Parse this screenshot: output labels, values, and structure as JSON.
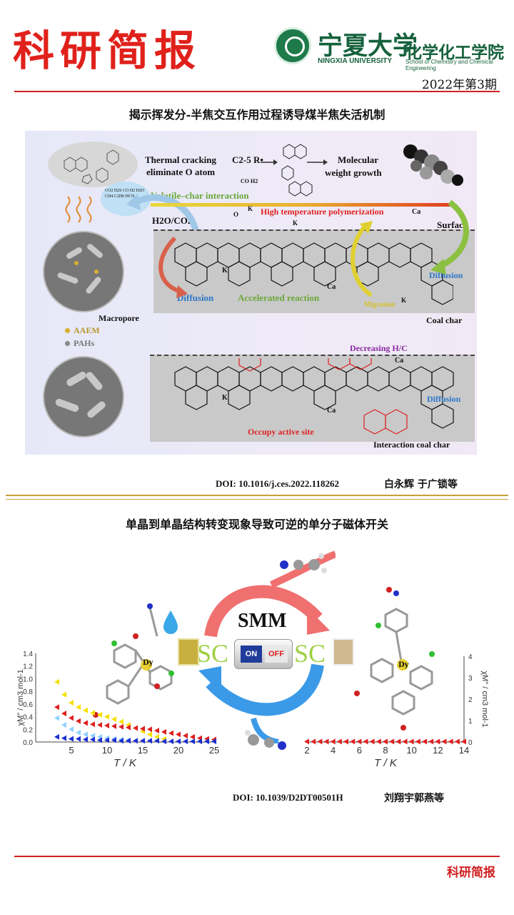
{
  "header": {
    "title": "科研简报",
    "university_cn": "宁夏大学",
    "university_en": "NINGXIA UNIVERSITY",
    "school_cn": "化学化工学院",
    "school_en": "School of Chemistry and Chemical Engineering",
    "issue": "2022年第3期"
  },
  "article1": {
    "title": "揭示挥发分-半焦交互作用过程诱导煤半焦失活机制",
    "doi": "DOI:  10.1016/j.ces.2022.118262",
    "authors": "白永辉 于广锁等",
    "figure": {
      "thermal_cracking": "Thermal cracking",
      "eliminate_o": "eliminate O atom",
      "c25": "C2-5 R•",
      "molecular": "Molecular",
      "weight_growth": "weight growth",
      "co_h2": "CO  H2",
      "volatile_char": "Volatile–char interaction",
      "h2o_co2": "H2O/CO2",
      "high_temp": "High temperature polymerization",
      "surface": "Surface",
      "diffusion": "Diffusion",
      "accelerated": "Accelerated reaction",
      "migration": "Migration",
      "macropore": "Macropore",
      "aaem": "AAEM",
      "pahs": "PAHs",
      "coal_char": "Coal char",
      "decreasing_hc": "Decreasing H/C",
      "occupy": "Occupy active site",
      "interaction_char": "Interaction coal char",
      "k": "K",
      "ca": "Ca",
      "o": "O",
      "gases": "CO2  H2S  CO  H2  H2O  CH4  C2H6  HCN"
    }
  },
  "article2": {
    "title": "单晶到单晶结构转变现象导致可逆的单分子磁体开关",
    "doi": "DOI:  10.1039/D2DT00501H",
    "authors": "刘翔宇郭燕等",
    "figure": {
      "smm": "SMM",
      "sc_left": "SC",
      "sc_right": "SC",
      "on": "ON",
      "off": "OFF",
      "dy": "Dy",
      "xlabel": "T / K",
      "ylabel": "χM\" / cm3 mol-1"
    }
  },
  "chart_data": [
    {
      "type": "scatter",
      "title": "",
      "xlabel": "T / K",
      "ylabel": "χM\" / cm3 mol-1",
      "xlim": [
        0,
        25
      ],
      "ylim": [
        0,
        1.4
      ],
      "x_ticks": [
        5,
        10,
        15,
        20,
        25
      ],
      "y_ticks": [
        0.0,
        0.2,
        0.4,
        0.6,
        0.8,
        1.0,
        1.2,
        1.4
      ],
      "series": [
        {
          "name": "yellow",
          "color": "#f5e000",
          "x": [
            3,
            4,
            5,
            6,
            7,
            8,
            9,
            10,
            11,
            12,
            13,
            14,
            15,
            16,
            17,
            18
          ],
          "y": [
            0.95,
            0.75,
            0.62,
            0.55,
            0.5,
            0.46,
            0.43,
            0.4,
            0.36,
            0.32,
            0.27,
            0.22,
            0.17,
            0.12,
            0.08,
            0.05
          ]
        },
        {
          "name": "red",
          "color": "#e02020",
          "x": [
            3,
            4,
            5,
            6,
            7,
            8,
            9,
            10,
            11,
            12,
            13,
            14,
            15,
            16,
            17,
            18,
            19,
            20,
            21,
            22,
            23,
            24,
            25
          ],
          "y": [
            0.55,
            0.45,
            0.38,
            0.33,
            0.3,
            0.28,
            0.27,
            0.26,
            0.25,
            0.24,
            0.23,
            0.22,
            0.21,
            0.2,
            0.18,
            0.16,
            0.14,
            0.12,
            0.1,
            0.08,
            0.06,
            0.05,
            0.04
          ]
        },
        {
          "name": "lightblue",
          "color": "#8fd0ff",
          "x": [
            3,
            4,
            5,
            6,
            7,
            8,
            9,
            10,
            11,
            12,
            13,
            14
          ],
          "y": [
            0.38,
            0.27,
            0.2,
            0.15,
            0.12,
            0.1,
            0.08,
            0.06,
            0.05,
            0.04,
            0.03,
            0.02
          ]
        },
        {
          "name": "blue",
          "color": "#1d2fd0",
          "x": [
            3,
            4,
            5,
            6,
            7,
            8,
            9,
            10,
            11,
            12,
            13,
            14,
            15,
            16,
            17,
            18,
            19,
            20,
            21,
            22,
            23,
            24,
            25
          ],
          "y": [
            0.08,
            0.06,
            0.05,
            0.05,
            0.04,
            0.04,
            0.03,
            0.03,
            0.03,
            0.02,
            0.02,
            0.02,
            0.02,
            0.02,
            0.02,
            0.01,
            0.01,
            0.01,
            0.01,
            0.01,
            0.01,
            0.01,
            0.01
          ]
        }
      ]
    },
    {
      "type": "scatter",
      "title": "",
      "xlabel": "T / K",
      "ylabel": "χM\" / cm3 mol-1",
      "xlim": [
        2,
        14
      ],
      "ylim": [
        0,
        4
      ],
      "x_ticks": [
        2,
        4,
        6,
        8,
        10,
        12,
        14
      ],
      "y_ticks": [
        0,
        1,
        2,
        3,
        4
      ],
      "series": [
        {
          "name": "red",
          "color": "#e02020",
          "x": [
            2,
            2.5,
            3,
            3.5,
            4,
            4.5,
            5,
            5.5,
            6,
            6.5,
            7,
            7.5,
            8,
            8.5,
            9,
            9.5,
            10,
            10.5,
            11,
            11.5,
            12,
            12.5,
            13,
            13.5,
            14
          ],
          "y": [
            0.02,
            0.02,
            0.02,
            0.02,
            0.02,
            0.02,
            0.02,
            0.02,
            0.02,
            0.02,
            0.02,
            0.02,
            0.02,
            0.02,
            0.02,
            0.02,
            0.02,
            0.02,
            0.02,
            0.02,
            0.02,
            0.02,
            0.02,
            0.02,
            0.02
          ]
        }
      ]
    }
  ],
  "footer": {
    "label": "科研简报"
  },
  "colors": {
    "red": "#d02020",
    "green": "#15623c",
    "gold": "#c8a040"
  }
}
